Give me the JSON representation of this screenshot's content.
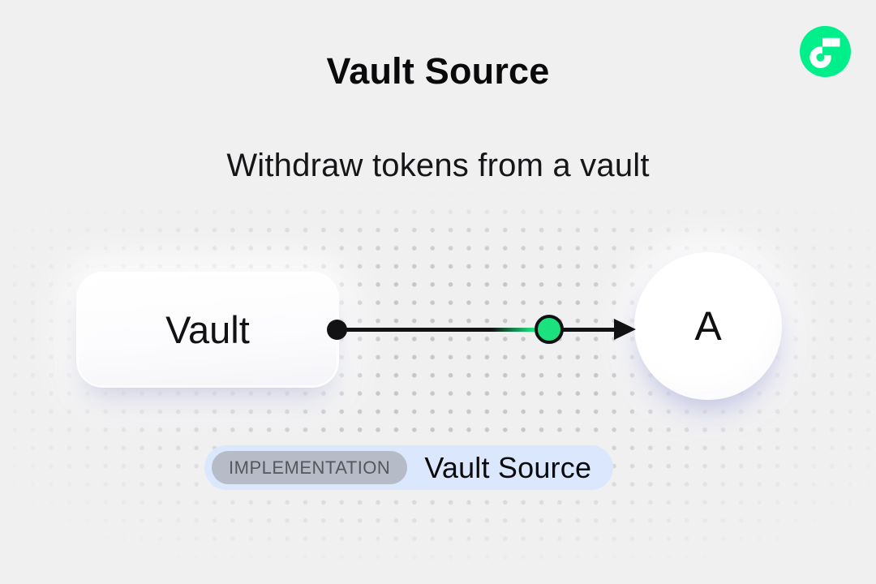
{
  "page": {
    "background_color": "#f0f0f1",
    "dot_grid_color": "#c6c7cc"
  },
  "header": {
    "title": "Vault Source",
    "subtitle": "Withdraw tokens from a vault"
  },
  "branding": {
    "logo_icon": "flow-logo",
    "logo_color": "#00EF8B"
  },
  "diagram": {
    "source_node": {
      "label": "Vault",
      "shape": "rounded-rectangle"
    },
    "target_node": {
      "label": "A",
      "shape": "circle"
    },
    "connector": {
      "type": "arrow",
      "direction": "left-to-right",
      "line_color": "#121214",
      "token_color": "#1be17e"
    }
  },
  "footer_badge": {
    "tag": "IMPLEMENTATION",
    "title": "Vault Source",
    "background": "#dbe7fc",
    "tag_background": "#b6bcc7",
    "tag_text_color": "#54575e"
  }
}
